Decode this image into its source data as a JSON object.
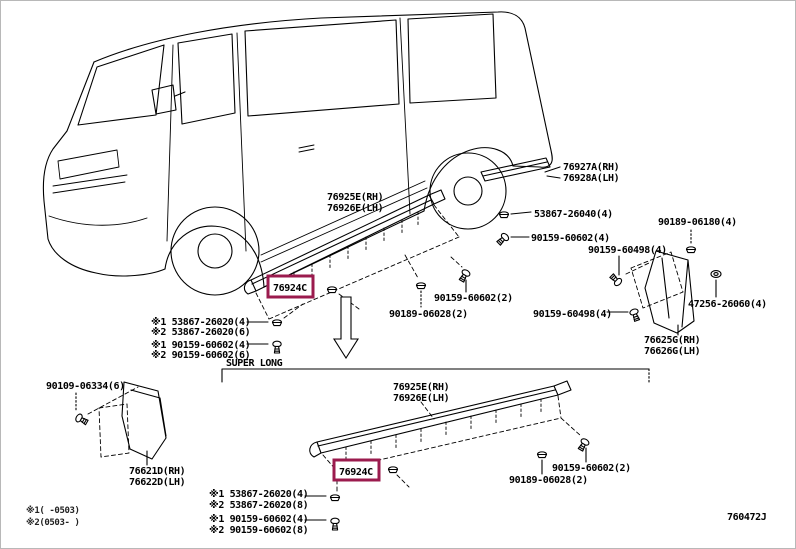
{
  "meta": {
    "figure_code": "760472J",
    "highlight_color": "#9b1b4e",
    "line_color": "#000000",
    "background_color": "#ffffff"
  },
  "standard": {
    "parts": {
      "moulding_rear_rh": "76927A(RH)",
      "moulding_rear_lh": "76928A(LH)",
      "retainer": "53867-26040(4)",
      "screw_a": "90159-60602(4)",
      "clip_a": "90189-06180(4)",
      "screw_b": "90159-60498(4)",
      "screw_c": "90159-60498(4)",
      "grommet": "47256-26060(4)",
      "mudguard_rh": "76625G(RH)",
      "mudguard_lh": "76626G(LH)",
      "moulding_rh": "76925E(RH)",
      "moulding_lh": "76926E(LH)",
      "pad": "76924C",
      "screw_d": "90159-60602(2)",
      "clip_b": "90189-06028(2)"
    },
    "notes": [
      "※1 53867-26020(4)",
      "※2 53867-26020(6)",
      "※1 90159-60602(4)",
      "※2 90159-60602(6)"
    ]
  },
  "super_long": {
    "title": "SUPER LONG",
    "parts": {
      "bolt": "90109-06334(6)",
      "mudguard_rh": "76621D(RH)",
      "mudguard_lh": "76622D(LH)",
      "moulding_rh": "76925E(RH)",
      "moulding_lh": "76926E(LH)",
      "pad": "76924C",
      "screw_a": "90159-60602(2)",
      "clip_a": "90189-06028(2)"
    },
    "notes": [
      "※1 53867-26020(4)",
      "※2 53867-26020(8)",
      "※1 90159-60602(4)",
      "※2 90159-60602(8)"
    ]
  },
  "legend": [
    "※1(    -0503)",
    "※2(0503-    )"
  ]
}
